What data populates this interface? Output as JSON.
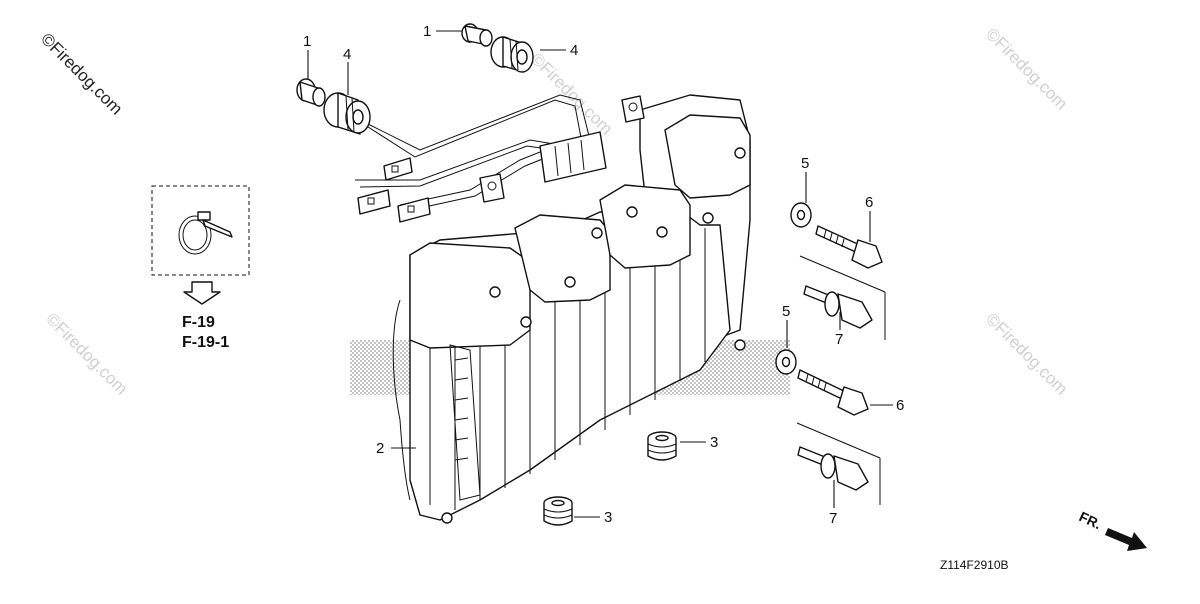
{
  "diagram": {
    "watermarks": [
      "©Firedog.com",
      "©Firedog.com",
      "©Firedog.com",
      "©Firedog.com",
      "©Firedog.com"
    ],
    "callouts": {
      "c1a": "1",
      "c1b": "1",
      "c2": "2",
      "c3a": "3",
      "c3b": "3",
      "c4a": "4",
      "c4b": "4",
      "c5a": "5",
      "c5b": "5",
      "c6a": "6",
      "c6b": "6",
      "c7a": "7",
      "c7b": "7"
    },
    "references": [
      "F-19",
      "F-19-1"
    ],
    "direction_label": "FR.",
    "diagram_code": "Z114F2910B"
  }
}
